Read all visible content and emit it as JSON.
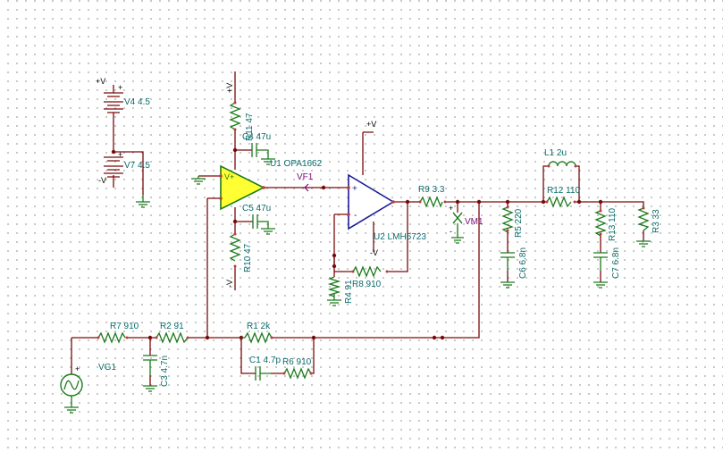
{
  "schematic": {
    "components": {
      "V4": "V4 4.5",
      "V7": "V7 4.5",
      "R11": "R11 47",
      "C4": "C4 47u",
      "U1": "U1 OPA1662",
      "VF1": "VF1",
      "C5": "C5 47u",
      "R10": "R10 47",
      "U2": "U2 LMH6723",
      "R9": "R9 3.3",
      "VM1": "VM1",
      "R4": "R4 91",
      "R8": "R8 910",
      "R5": "R5 220",
      "C6": "C6 6.8n",
      "L1": "L1 2u",
      "R12": "R12 110",
      "R13": "R13 110",
      "C7": "C7 6.8n",
      "R3": "R3 33",
      "R7": "R7 910",
      "R2": "R2 91",
      "R1": "R1 2k",
      "C3": "C3 4.7n",
      "C1": "C1 4.7p",
      "R6": "R6 910",
      "VG1": "VG1"
    },
    "power": {
      "vplus": "+V",
      "vminus": "-V",
      "vplus_rot": "+V",
      "vminus_rot": "-V",
      "plus": "+",
      "minus": "-"
    }
  }
}
